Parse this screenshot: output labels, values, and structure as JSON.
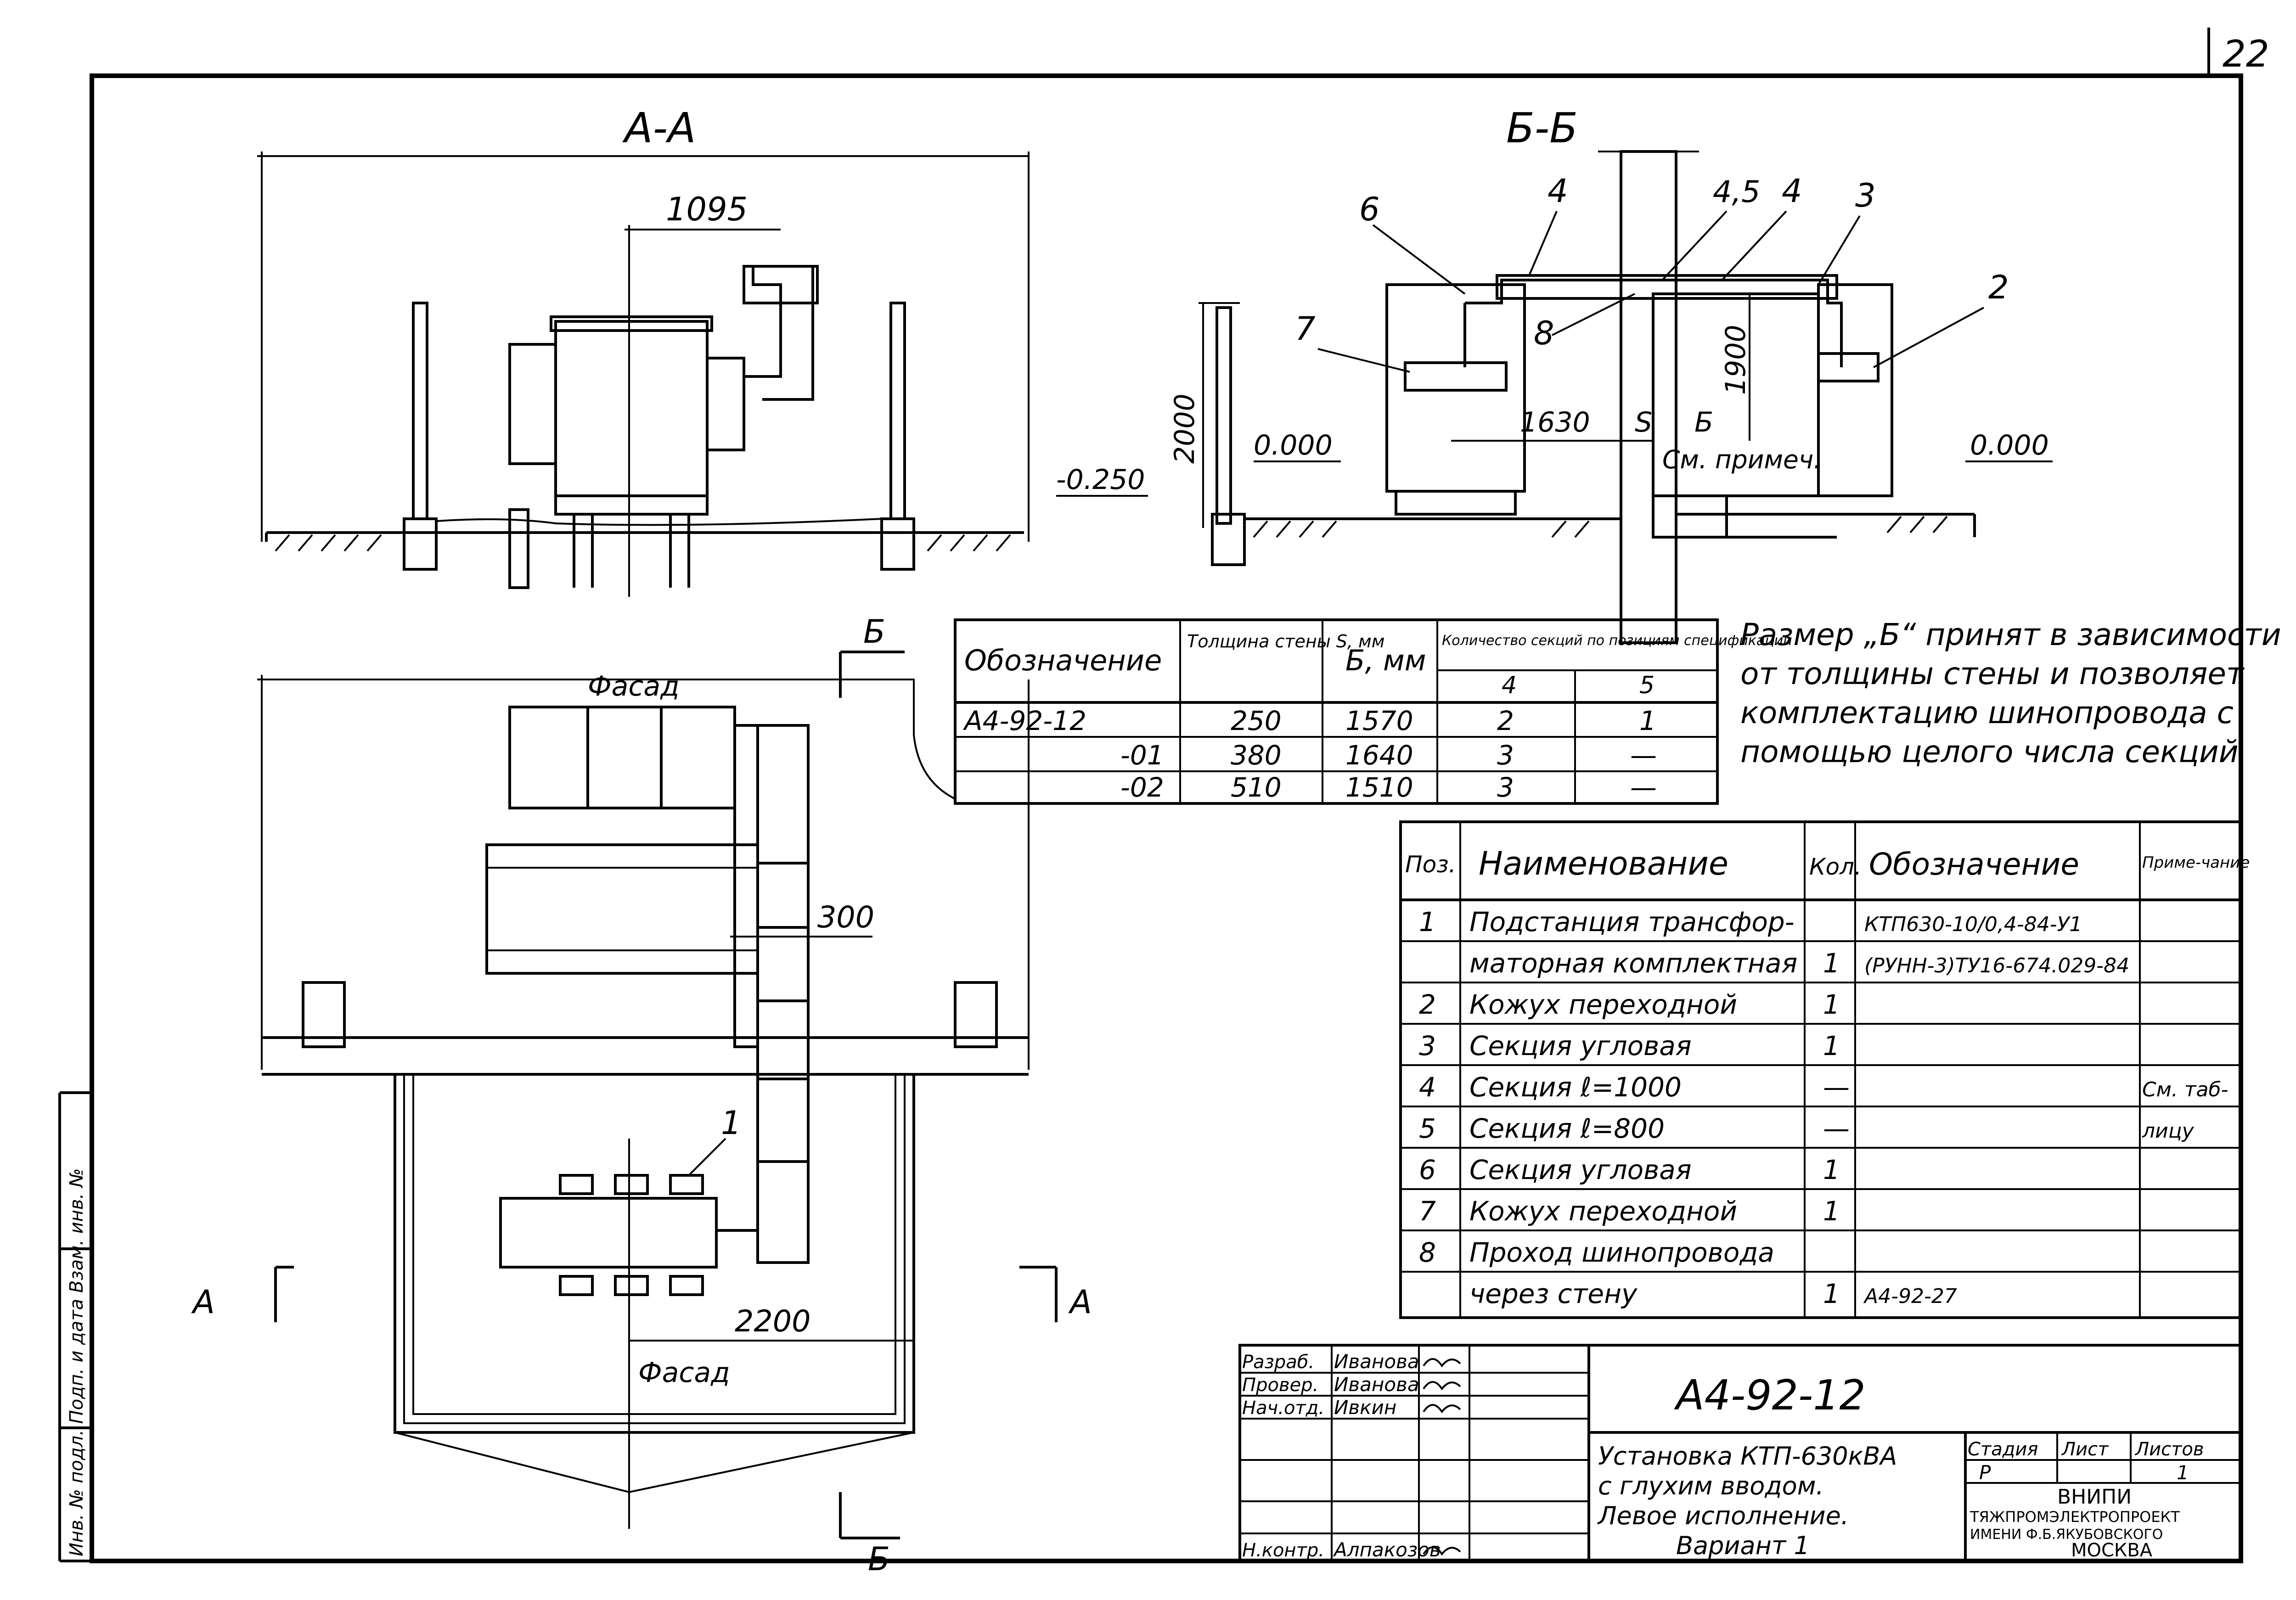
{
  "sheet_number": "22",
  "sections": {
    "aa_title": "А-А",
    "bb_title": "Б-Б",
    "aa_dim_1095": "1095",
    "bb_dims": {
      "d2000": "2000",
      "d1900": "1900",
      "d1630": "1630",
      "s": "S",
      "b": "Б",
      "note": "См. примеч.",
      "lev_minus": "-0.250",
      "lev_zero_left": "0.000",
      "lev_zero_right": "0.000"
    },
    "bb_callouts": [
      "6",
      "4",
      "4,5",
      "4",
      "3",
      "2",
      "7",
      "8"
    ]
  },
  "plan": {
    "facade_top": "Фасад",
    "facade_bottom": "Фасад",
    "dim_300": "300",
    "dim_2200": "2200",
    "callout_1": "1",
    "cut_b_top": "Б",
    "cut_b_bottom": "Б",
    "cut_a_left": "А",
    "cut_a_right": "А"
  },
  "note_text": [
    "Размер „Б“ принят в зависимости",
    "от толщины стены и позволяет",
    "комплектацию шинопровода с",
    "помощью целого числа секций"
  ],
  "wall_table": {
    "headers": [
      "Обозначение",
      "Толщина стены S, мм",
      "Б, мм",
      "Количество секций по позициям спецификации"
    ],
    "sub_headers": [
      "4",
      "5"
    ],
    "rows": [
      [
        "А4-92-12",
        "250",
        "1570",
        "2",
        "1"
      ],
      [
        "-01",
        "380",
        "1640",
        "3",
        "—"
      ],
      [
        "-02",
        "510",
        "1510",
        "3",
        "—"
      ]
    ]
  },
  "spec_table": {
    "headers": [
      "Поз.",
      "Наименование",
      "Кол.",
      "Обозначение",
      "Приме-чание"
    ],
    "rows": [
      [
        "1",
        "Подстанция трансфор-",
        "",
        "КТП630-10/0,4-84-У1",
        ""
      ],
      [
        "",
        "маторная комплектная",
        "1",
        "(РУНН-3)ТУ16-674.029-84",
        ""
      ],
      [
        "2",
        "Кожух переходной",
        "1",
        "",
        ""
      ],
      [
        "3",
        "Секция угловая",
        "1",
        "",
        ""
      ],
      [
        "4",
        "Секция ℓ=1000",
        "—",
        "",
        "См. таб-"
      ],
      [
        "5",
        "Секция ℓ=800",
        "—",
        "",
        "лицу"
      ],
      [
        "6",
        "Секция угловая",
        "1",
        "",
        ""
      ],
      [
        "7",
        "Кожух переходной",
        "1",
        "",
        ""
      ],
      [
        "8",
        "Проход шинопровода",
        "",
        "",
        ""
      ],
      [
        "",
        "через стену",
        "1",
        "А4-92-27",
        ""
      ]
    ]
  },
  "title_block": {
    "signatures": [
      {
        "role": "Разраб.",
        "name": "Иванова"
      },
      {
        "role": "Провер.",
        "name": "Иванова"
      },
      {
        "role": "Нач.отд.",
        "name": "Ивкин"
      },
      {
        "role": "",
        "name": ""
      },
      {
        "role": "",
        "name": ""
      },
      {
        "role": "Н.контр.",
        "name": "Алпакозов"
      }
    ],
    "designation": "А4-92-12",
    "title_lines": [
      "Установка КТП-630кВА",
      "с глухим вводом.",
      "Левое исполнение.",
      "Вариант 1"
    ],
    "stage_header": "Стадия",
    "sheet_header": "Лист",
    "sheets_header": "Листов",
    "stage": "Р",
    "sheets_total": "1",
    "org_lines": [
      "ВНИПИ",
      "ТЯЖПРОМЭЛЕКТРОПРОЕКТ",
      "ИМЕНИ Ф.Б.ЯКУБОВСКОГО",
      "МОСКВА"
    ]
  },
  "side_stamp": "Инв. № подл.   Подп. и дата   Взам. инв. №"
}
